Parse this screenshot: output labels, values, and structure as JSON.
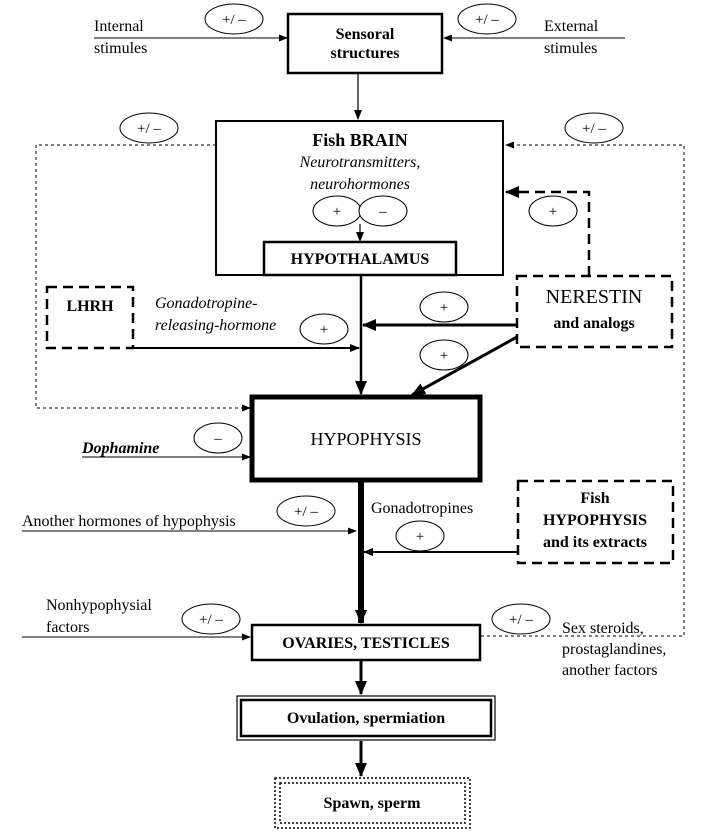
{
  "boxes": {
    "sensoral": {
      "line1": "Sensoral",
      "line2": "structures"
    },
    "brain": {
      "title": "Fish BRAIN",
      "sub1": "Neurotransmitters,",
      "sub2": "neurohormones"
    },
    "hypothalamus": "HYPOTHALAMUS",
    "lhrh": "LHRH",
    "nerestin": {
      "title": "NERESTIN",
      "sub": "and analogs"
    },
    "hypophysis": "HYPOPHYSIS",
    "fish_hypophysis": {
      "line1": "Fish",
      "line2": "HYPOPHYSIS",
      "line3": "and its extracts"
    },
    "ovaries": "OVARIES, TESTICLES",
    "ovulation": "Ovulation, spermiation",
    "spawn": "Spawn, sperm"
  },
  "labels": {
    "internal": {
      "line1": "Internal",
      "line2": "stimules"
    },
    "external": {
      "line1": "External",
      "line2": "stimules"
    },
    "gnrh": {
      "line1": "Gonadotropine-",
      "line2": "releasing-hormone"
    },
    "dophamine": "Dophamine",
    "another_hormones": "Another hormones of hypophysis",
    "gonadotropines": "Gonadotropines",
    "nonhypophysial": {
      "line1": "Nonhypophysial",
      "line2": "factors"
    },
    "sex_steroids": {
      "line1": "Sex steroids,",
      "line2": "prostaglandines,",
      "line3": "another factors"
    }
  },
  "signs": {
    "pm": "+/ –",
    "plus": "+",
    "minus": "–"
  }
}
